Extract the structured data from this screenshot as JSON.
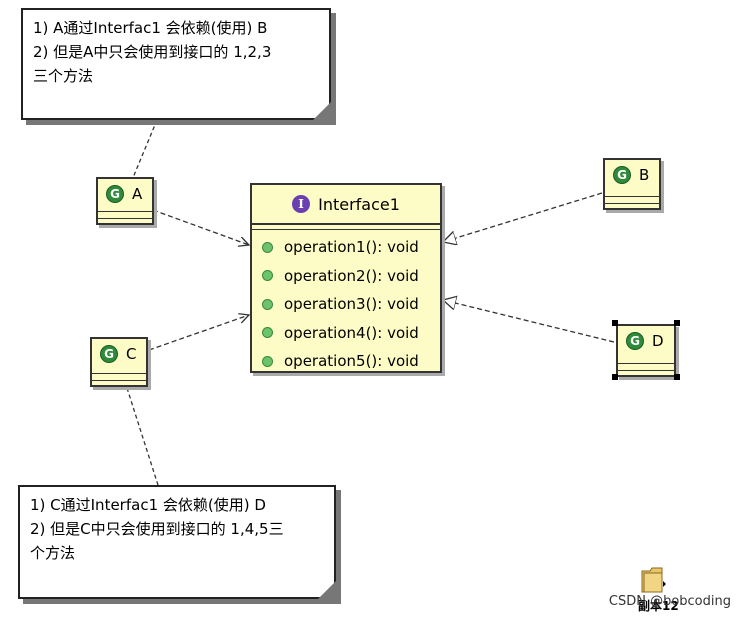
{
  "notes": {
    "top": {
      "lines": [
        "1) A通过Interfac1 会依赖(使用) B",
        "2) 但是A中只会使用到接口的 1,2,3",
        "三个方法"
      ]
    },
    "bottom": {
      "lines": [
        "1) C通过Interfac1 会依赖(使用) D",
        "2) 但是C中只会使用到接口的 1,4,5三",
        "个方法"
      ]
    }
  },
  "classes": {
    "a": {
      "icon": "G",
      "name": "A"
    },
    "b": {
      "icon": "G",
      "name": "B"
    },
    "c": {
      "icon": "G",
      "name": "C"
    },
    "d": {
      "icon": "G",
      "name": "D"
    }
  },
  "interface": {
    "icon": "I",
    "name": "Interface1",
    "operations": [
      "operation1(): void",
      "operation2(): void",
      "operation3(): void",
      "operation4(): void",
      "operation5(): void"
    ]
  },
  "icons": {
    "class_icon": "class-icon",
    "interface_icon": "interface-icon",
    "operation_dot": "public-method-icon",
    "folder": "folder-icon"
  },
  "colors": {
    "class_fill": "#fdfcc6",
    "class_icon": "#2f8a3a",
    "interface_icon": "#6c3fb0",
    "method_dot": "#6cc36c"
  },
  "footer": {
    "folder_label": "副本12",
    "watermark": "CSDN @bobcoding"
  }
}
